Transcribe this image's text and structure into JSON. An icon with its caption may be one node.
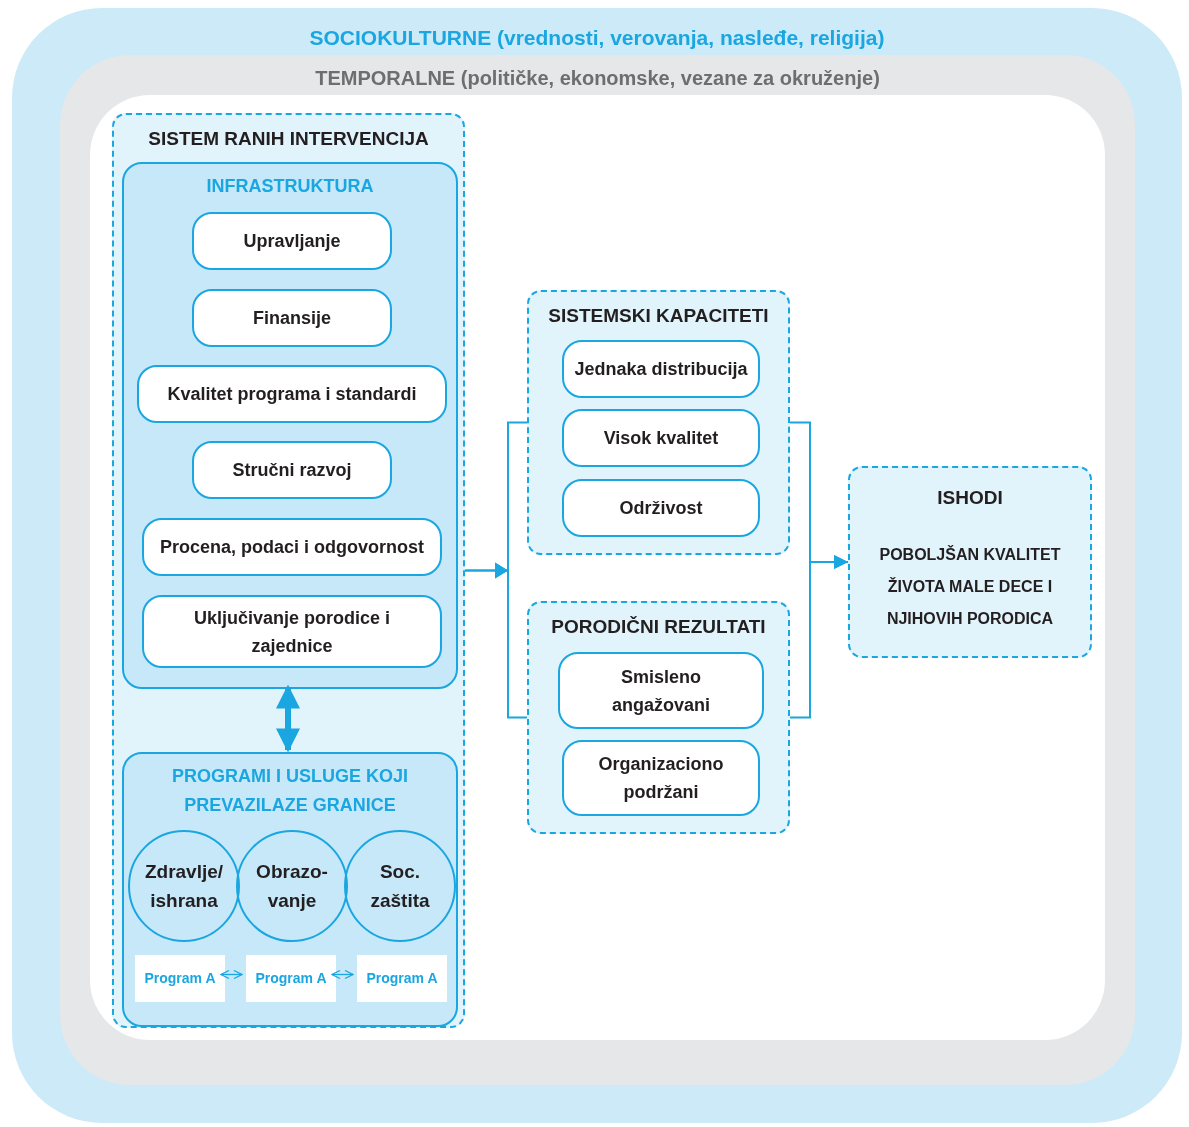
{
  "diagram": {
    "nodes": [
      {
        "text": [
          "SOCIOKULTURNE (vrednosti, verovanja, nasleđe, religija)"
        ]
      },
      {
        "text": [
          "TEMPORALNE (političke, ekonomske, vezane za okruženje)"
        ],
        "in": 0
      },
      {
        "text": [
          "SISTEM RANIH INTERVENCIJA"
        ],
        "in": 1
      },
      {
        "text": [
          "INFRASTRUKTURA"
        ],
        "in": 2
      },
      {
        "text": [
          "Upravljanje"
        ],
        "in": 3
      },
      {
        "text": [
          "Finansije"
        ],
        "in": 3
      },
      {
        "text": [
          "Kvalitet programa i standardi"
        ],
        "in": 3
      },
      {
        "text": [
          "Stručni razvoj"
        ],
        "in": 3
      },
      {
        "text": [
          "Procena, podaci i odgovornost"
        ],
        "in": 3
      },
      {
        "text": [
          "Uključivanje porodice i zajednice"
        ],
        "in": 3
      },
      {
        "text": [
          "PROGRAMI I USLUGE KOJI PREVAZILAZE GRANICE"
        ],
        "in": 2
      },
      {
        "text": [
          "Zdravlje/ ishrana"
        ],
        "in": 10
      },
      {
        "text": [
          "Obrazo- vanje"
        ],
        "in": 10
      },
      {
        "text": [
          "Soc. zaštita"
        ],
        "in": 10
      },
      {
        "text": [
          "Program A"
        ],
        "in": 10
      },
      {
        "text": [
          "Program A"
        ],
        "in": 10
      },
      {
        "text": [
          "Program A"
        ],
        "in": 10
      },
      {
        "text": [
          "SISTEMSKI KAPACITETI"
        ],
        "in": 1
      },
      {
        "text": [
          "Jednaka distribucija"
        ],
        "in": 17
      },
      {
        "text": [
          "Visok kvalitet"
        ],
        "in": 17
      },
      {
        "text": [
          "Održivost"
        ],
        "in": 17
      },
      {
        "text": [
          "PORODIČNI REZULTATI"
        ],
        "in": 1
      },
      {
        "text": [
          "Smisleno angažovani"
        ],
        "in": 21
      },
      {
        "text": [
          "Organizaciono podržani"
        ],
        "in": 21
      },
      {
        "text": [
          "ISHODI",
          "POBOLJŠAN KVALITET ŽIVOTA MALE DECE I NJIHOVIH PORODICA"
        ],
        "in": 1
      }
    ],
    "edges": [
      {
        "from": 3,
        "to": 10,
        "arrow": "both",
        "style": "thick"
      },
      {
        "from": 14,
        "to": 15,
        "arrow": "both"
      },
      {
        "from": 15,
        "to": 16,
        "arrow": "both"
      },
      {
        "from": 2,
        "to": 17,
        "arrow": "to"
      },
      {
        "from": 2,
        "to": 21,
        "arrow": "to"
      },
      {
        "from": 17,
        "to": 24,
        "arrow": "to"
      },
      {
        "from": 21,
        "to": 24,
        "arrow": "to"
      }
    ]
  }
}
